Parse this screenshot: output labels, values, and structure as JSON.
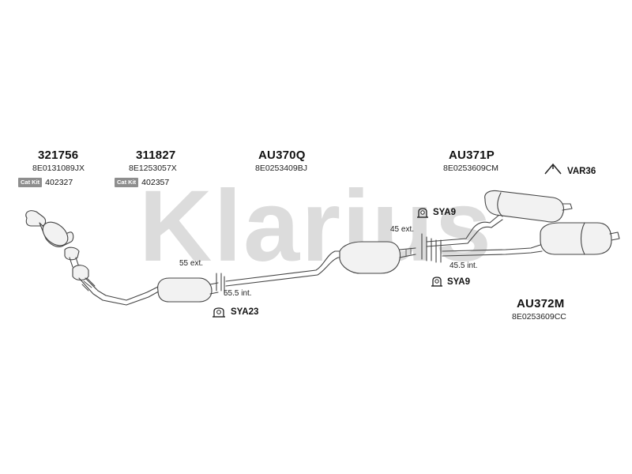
{
  "watermark": "Klarius",
  "parts": {
    "p321756": {
      "code": "321756",
      "oem": "8E0131089JX",
      "catkit_tag": "Cat Kit",
      "catkit_value": "402327"
    },
    "p311827": {
      "code": "311827",
      "oem": "8E1253057X",
      "catkit_tag": "Cat Kit",
      "catkit_value": "402357"
    },
    "au370q": {
      "code": "AU370Q",
      "oem": "8E0253409BJ"
    },
    "au371p": {
      "code": "AU371P",
      "oem": "8E0253609CM"
    },
    "au372m": {
      "code": "AU372M",
      "oem": "8E0253609CC"
    }
  },
  "accessories": {
    "var36": "VAR36",
    "sya9_top": "SYA9",
    "sya9_bottom": "SYA9",
    "sya23": "SYA23"
  },
  "measurements": {
    "ext55": "55 ext.",
    "int55_5": "55.5 int.",
    "ext45": "45 ext.",
    "int45_5": "45.5 int."
  },
  "colors": {
    "watermark": "#dcdcdc",
    "pipe_stroke": "#444444",
    "pipe_fill": "#f2f2f2",
    "catkit_tag": "#8e8e8e"
  }
}
